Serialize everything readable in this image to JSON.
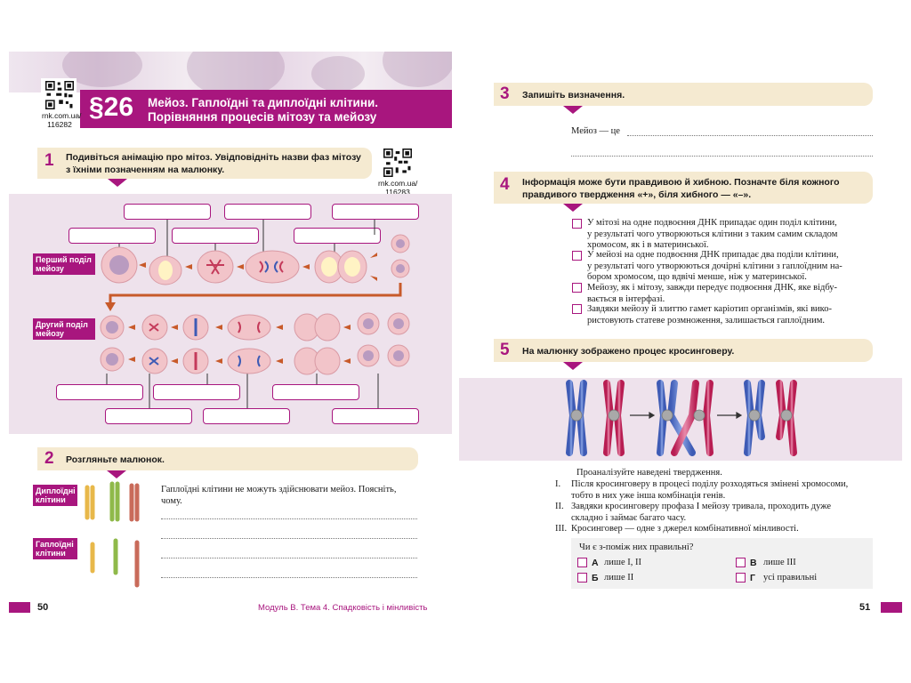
{
  "header": {
    "paragraph": "§26",
    "title_line1": "Мейоз. Гаплоїдні та диплоїдні клітини.",
    "title_line2": "Порівняння процесів мітозу та мейозу",
    "qr_main": {
      "url": "rnk.com.ua/",
      "code": "116282"
    }
  },
  "task1": {
    "number": "1",
    "text_line1": "Подивіться анімацію про мітоз. Увідповідніть назви фаз мітозу",
    "text_line2": "з їхніми позначенням на малюнку.",
    "qr": {
      "url": "rnk.com.ua/",
      "code": "116283"
    },
    "label_first": "Перший поділ мейозу",
    "label_second": "Другий поділ мейозу"
  },
  "task2": {
    "number": "2",
    "text": "Розгляньте малюнок.",
    "label_diploid": "Диплоїдні клітини",
    "label_haploid": "Гаплоїдні клітини",
    "question_line1": "Гаплоїдні клітини не можуть здійснювати мейоз. Поясніть,",
    "question_line2": "чому."
  },
  "task3": {
    "number": "3",
    "text": "Запишіть визначення.",
    "definition_prefix": "Мейоз — це"
  },
  "task4": {
    "number": "4",
    "text_line1": "Інформація може бути правдивою й хибною. Позначте біля кожного",
    "text_line2": "правдивого твердження «+», біля хибного — «–».",
    "statements": [
      [
        "У мітозі на одне подвоєння ДНК припадає один поділ клітини,",
        "у результаті чого утворюються клітини з таким самим складом",
        "хромосом, як і в материнської."
      ],
      [
        "У мейозі на одне подвоєння ДНК припадає два поділи клітини,",
        "у результаті чого утворюються дочірні клітини з гаплоїдним на-",
        "бором хромосом, що вдвічі менше, ніж у материнської."
      ],
      [
        "Мейозу, як і мітозу, завжди передує подвоєння ДНК, яке відбу-",
        "вається в інтерфазі."
      ],
      [
        "Завдяки мейозу й злиттю гамет каріотип організмів, які вико-",
        "ристовують статеве розмноження, залишається гаплоїдним."
      ]
    ]
  },
  "task5": {
    "number": "5",
    "text": "На малюнку зображено процес кросинговеру.",
    "intro": "Проаналізуйте наведені твердження.",
    "items": [
      {
        "num": "I.",
        "line1": "Після кросинговеру в процесі поділу розходяться змінені хромосоми,",
        "line2": "тобто в них уже інша комбінація генів."
      },
      {
        "num": "II.",
        "line1": "Завдяки кросинговеру профаза I мейозу тривала, проходить дуже",
        "line2": "складно і займає багато часу."
      },
      {
        "num": "III.",
        "line1": "Кросинговер — одне з джерел комбінативної мінливості.",
        "line2": ""
      }
    ],
    "question": "Чи є з-поміж них правильні?",
    "options": [
      {
        "letter": "А",
        "text": "лише I, II"
      },
      {
        "letter": "Б",
        "text": "лише II"
      },
      {
        "letter": "В",
        "text": "лише III"
      },
      {
        "letter": "Г",
        "text": "усі правильні"
      }
    ]
  },
  "footer": {
    "page_left": "50",
    "page_right": "51",
    "running_title": "Модуль В. Тема 4. Спадковість і мінливість"
  },
  "colors": {
    "accent": "#a8167e",
    "task_bar": "#f5ead1",
    "panel": "#eee2ec"
  }
}
